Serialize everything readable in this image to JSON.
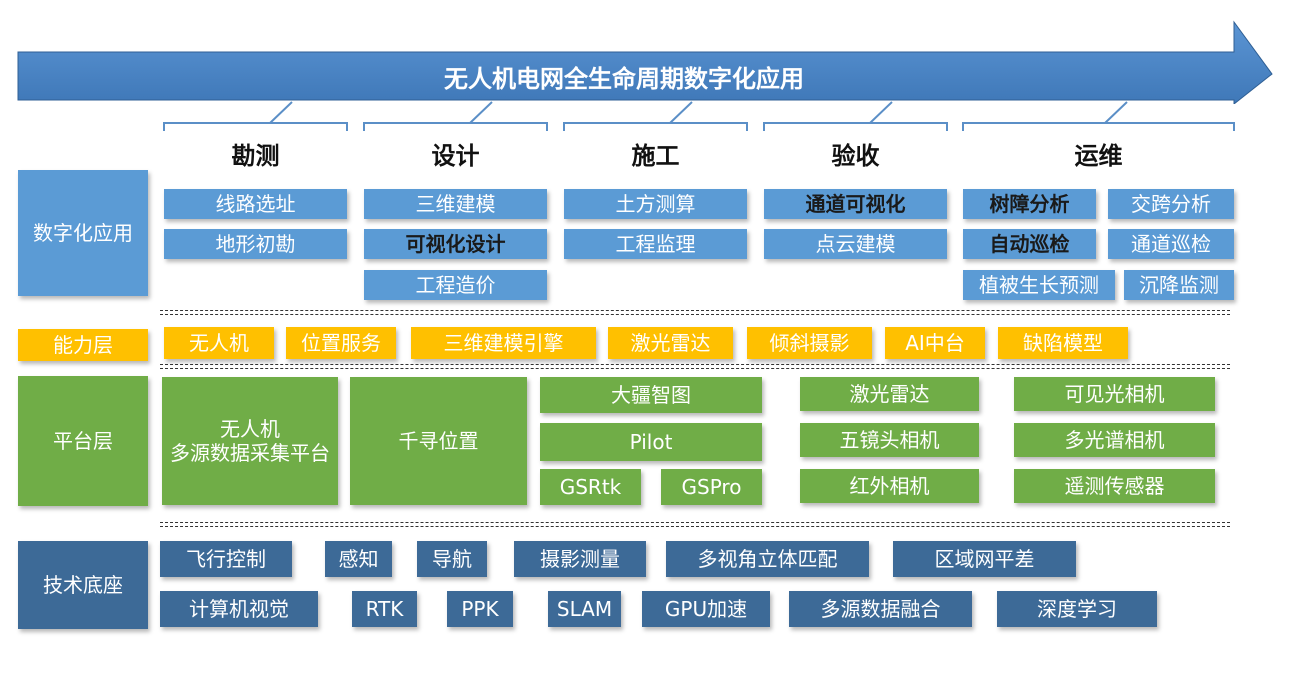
{
  "title": "无人机电网全生命周期数字化应用",
  "phases": [
    "勘测",
    "设计",
    "施工",
    "验收",
    "运维"
  ],
  "layers": {
    "digital": "数字化应用",
    "ability": "能力层",
    "platform": "平台层",
    "tech": "技术底座"
  },
  "digital_apps": {
    "survey": [
      "线路选址",
      "地形初勘"
    ],
    "design": [
      "三维建模",
      "可视化设计",
      "工程造价"
    ],
    "construction": [
      "土方测算",
      "工程监理"
    ],
    "acceptance": [
      "通道可视化",
      "点云建模"
    ],
    "ops": [
      "树障分析",
      "交跨分析",
      "自动巡检",
      "通道巡检",
      "植被生长预测",
      "沉降监测"
    ]
  },
  "abilities": [
    "无人机",
    "位置服务",
    "三维建模引擎",
    "激光雷达",
    "倾斜摄影",
    "AI中台",
    "缺陷模型"
  ],
  "platform": {
    "uav": "无人机\n多源数据采集平台",
    "qianxun": "千寻位置",
    "dajiang_map": "大疆智图",
    "pilot": "Pilot",
    "gsrtk": "GSRtk",
    "gspro": "GSPro",
    "col3": [
      "激光雷达",
      "五镜头相机",
      "红外相机"
    ],
    "col4": [
      "可见光相机",
      "多光谱相机",
      "遥测传感器"
    ]
  },
  "tech_row1": [
    "飞行控制",
    "感知",
    "导航",
    "摄影测量",
    "多视角立体匹配",
    "区域网平差"
  ],
  "tech_row2": [
    "计算机视觉",
    "RTK",
    "PPK",
    "SLAM",
    "GPU加速",
    "多源数据融合",
    "深度学习"
  ],
  "colors": {
    "arrow": "#4f86c6",
    "blue": "#5b9bd5",
    "orange": "#ffc000",
    "green": "#70ad47",
    "navy": "#3d6a97"
  }
}
